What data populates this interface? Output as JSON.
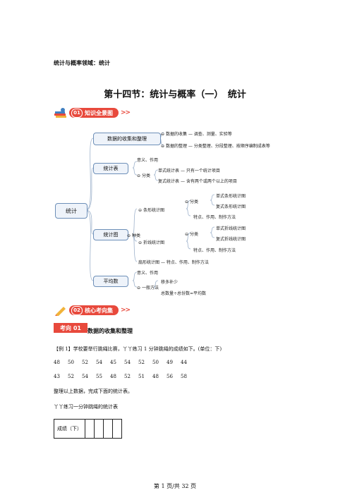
{
  "header": {
    "domain": "统计与概率领域：统计"
  },
  "title": "第十四节：统计与概率（一）　统计",
  "section1": {
    "num": "01",
    "label": "知识全景图",
    "arrows": ">>"
  },
  "mindmap": {
    "root": "统计",
    "collect": {
      "label": "数据的收集和整理",
      "c1": "数据的收集",
      "c1_detail": "调查、测量、实验等",
      "c2": "数据的整理",
      "c2_detail": "分类整理、分段整理、按顺序编制成表等"
    },
    "table": {
      "label": "统计表",
      "meaning": "意义、作用",
      "classify": "分类",
      "single": "单式统计表",
      "single_detail": "只有一个统计项目",
      "compound": "复式统计表",
      "compound_detail": "含有两个或两个以上的项目"
    },
    "chart": {
      "label": "统计图",
      "kinds": "种类",
      "bar": "条形统计图",
      "bar_classify": "分类",
      "bar_single": "单式条形统计图",
      "bar_compound": "复式条形统计图",
      "bar_feature": "特点、作用、制作方法",
      "line": "折线统计图",
      "line_classify": "分类",
      "line_single": "单式折线统计图",
      "line_compound": "复式折线统计图",
      "line_feature": "特点、作用、制作方法",
      "pie": "扇形统计图",
      "pie_detail": "特点、作用、制作方法"
    },
    "average": {
      "label": "平均数",
      "meaning": "意义、作用",
      "method": "一般方法",
      "m1": "移多补少",
      "m2": "总数量÷总份数=平均数"
    },
    "dash": "—"
  },
  "section2": {
    "num": "02",
    "label": "核心考向集",
    "arrows": ">>"
  },
  "topic": {
    "tag": "考向 01",
    "title": "数据的收集和整理"
  },
  "example": {
    "text": "【例 1】学校要举行跳绳比赛，丫丫练习 1 分钟跳绳的成绩如下。(单位：下)",
    "row1": [
      "48",
      "50",
      "52",
      "54",
      "45",
      "54",
      "52",
      "50",
      "49",
      "44"
    ],
    "row2": [
      "43",
      "52",
      "54",
      "55",
      "48",
      "52",
      "51",
      "48",
      "56",
      "58"
    ],
    "instruction": "整理以上数据，完成下面的统计表。",
    "table_caption": "丫丫练习一分钟跳绳的统计表",
    "table_header": "成绩（下）"
  },
  "footer": "第 1 页/共 32 页",
  "colors": {
    "accent": "#e8493c",
    "node_border": "#6d8fb8",
    "node_fill": "#eef3fa"
  }
}
